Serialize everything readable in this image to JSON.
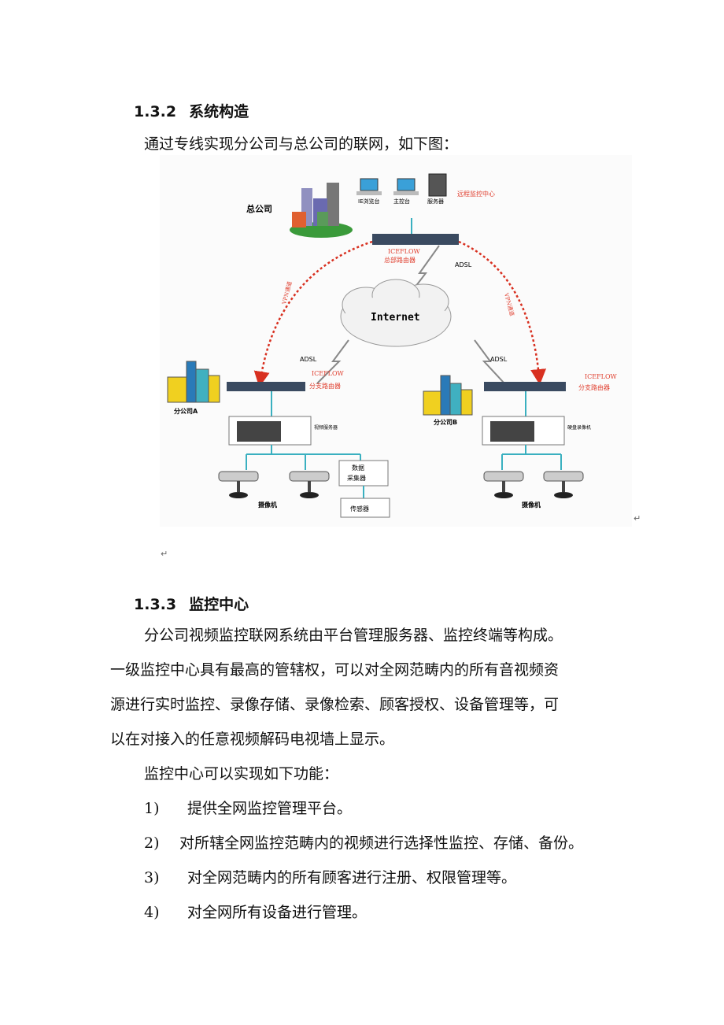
{
  "sections": [
    {
      "number": "1.3.2",
      "title": "系统构造"
    },
    {
      "number": "1.3.3",
      "title": "监控中心"
    }
  ],
  "intro": "通过专线实现分公司与总公司的联网，如下图：",
  "para_mark": "↵",
  "diagram": {
    "hq": "总公司",
    "ie": "IE浏览台",
    "main_console": "主控台",
    "server": "服务器",
    "remote_center": "远程监控中心",
    "hq_router_en": "ICEFLOW",
    "hq_router_cn": "总部路由器",
    "adsl": "ADSL",
    "internet": "Internet",
    "vpn": "VPN通道",
    "branch_router_en": "ICEFLOW",
    "branch_router_cn": "分支路由器",
    "branch_a": "分公司A",
    "branch_b": "分公司B",
    "video_server": "视频服务器",
    "dvr": "硬盘录像机",
    "data_collector_1": "数据",
    "data_collector_2": "采集器",
    "sensor": "传感器",
    "camera": "摄像机"
  },
  "body": {
    "lines": [
      "分公司视频监控联网系统由平台管理服务器、监控终端等构成。",
      "一级监控中心具有最高的管辖权，可以对全网范畴内的所有音视频资",
      "源进行实时监控、录像存储、录像检索、顾客授权、设备管理等，可",
      "以在对接入的任意视频解码电视墙上显示。"
    ],
    "functions_intro": "监控中心可以实现如下功能：",
    "items": [
      {
        "num": "1)",
        "text": "提供全网监控管理平台。"
      },
      {
        "num": "2)",
        "text": "对所辖全网监控范畴内的视频进行选择性监控、存储、备份。"
      },
      {
        "num": "3)",
        "text": "对全网范畴内的所有顾客进行注册、权限管理等。"
      },
      {
        "num": "4)",
        "text": "对全网所有设备进行管理。"
      }
    ]
  }
}
